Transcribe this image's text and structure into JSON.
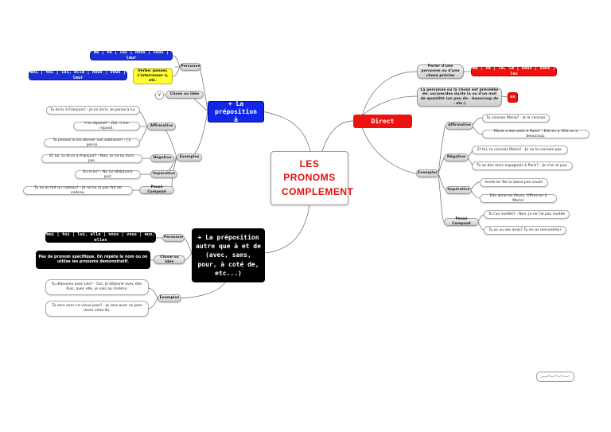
{
  "title": "LES PRONOMS COMPLEMENT",
  "preposition_a": {
    "label": "+ La préposition à",
    "personne": "Personne",
    "personne_pronouns": "me | te | lui | nous | vous | leur",
    "verbes": "Verbe: penser, s'interresser à, etc.",
    "verbes_pronouns": "moi | toi | lui, elle | nous | vous | leur",
    "chose": "Chose ou Idée",
    "chose_pronoun": "y",
    "exemples": "Exemples",
    "affirmative": "Affirmative",
    "aff_1": "Tu écris à François? - Je lui écris. Je pense à lui.",
    "aff_2": "Il te répond? - Oui, il me répond.",
    "aff_3": "Tu penses à me donner son addresse? - J'y pense",
    "negative": "Négative",
    "neg_1": "Et toi, tu écris à François? - Non, je ne lui écris pas.",
    "imperative": "Impérative",
    "imp_1": "Ecris-lui! - Ne lui téléphone pas!",
    "passe": "Passé Composé",
    "passe_1": "Tu lui as fait un cadeau? - Je ne lui ai pas fait de cadeau."
  },
  "preposition_autre": {
    "label": "+ La préposition autre que à et de (avec, sans, pour, à coté de, etc...)",
    "personne": "Personne",
    "personne_pronouns": "moi | toi | lui, elle | nous | vous | eux, elles",
    "chose": "Chose ou Idée",
    "chose_text": "Pas de pronom spécifique. On répète le nom ou on utilise les pronoms démonstratif.",
    "exemples": "Exemples",
    "ex_1": "Tu déjeunes avec Léo? - Oui, je déjeune avec elle. Puis, avec elle, je vais au cinéma.",
    "ex_2": "Tu sors avec ce vieux jean? - Je sors avec ce jean (avec celui-là)."
  },
  "direct": {
    "label": "Direct",
    "parler": "Parler d'une personne ou d'une chose précise",
    "parler_pronouns": "me | te | le, la | nous | vous | les",
    "quantite": "La personne ou la chose est précédée de: un/une/des du/de la ou d'un mot de quantité (un peu de - beaucoup de - etc.)",
    "quantite_pronoun": "en",
    "exemples": "Exemples",
    "affirmative": "Affirmative",
    "aff_1": "Tu connais Maria? - Je la connais",
    "aff_2": "Marie a des amis à Paris? - Elle en a. Elle en a beaucoup.",
    "negative": "Négative",
    "neg_1": "Et toi, tu connais Maria? - Je ne la connais pas.",
    "neg_2": "Tu as des amis espagnols à Paris? - Je n'en ai pas.",
    "imperative": "Impérative",
    "imp_1": "Invite-la! Ne la laisse pas seule!",
    "imp_2": "Elle aime les fleurs. Offres-en à Maria!",
    "passe": "Passé Composé",
    "passe_1": "Tu l'as invitée? - Non, je ne l'ai pas invitée",
    "passe_2": "Tu as vu ses amis? Tu en as rencontrés?"
  }
}
